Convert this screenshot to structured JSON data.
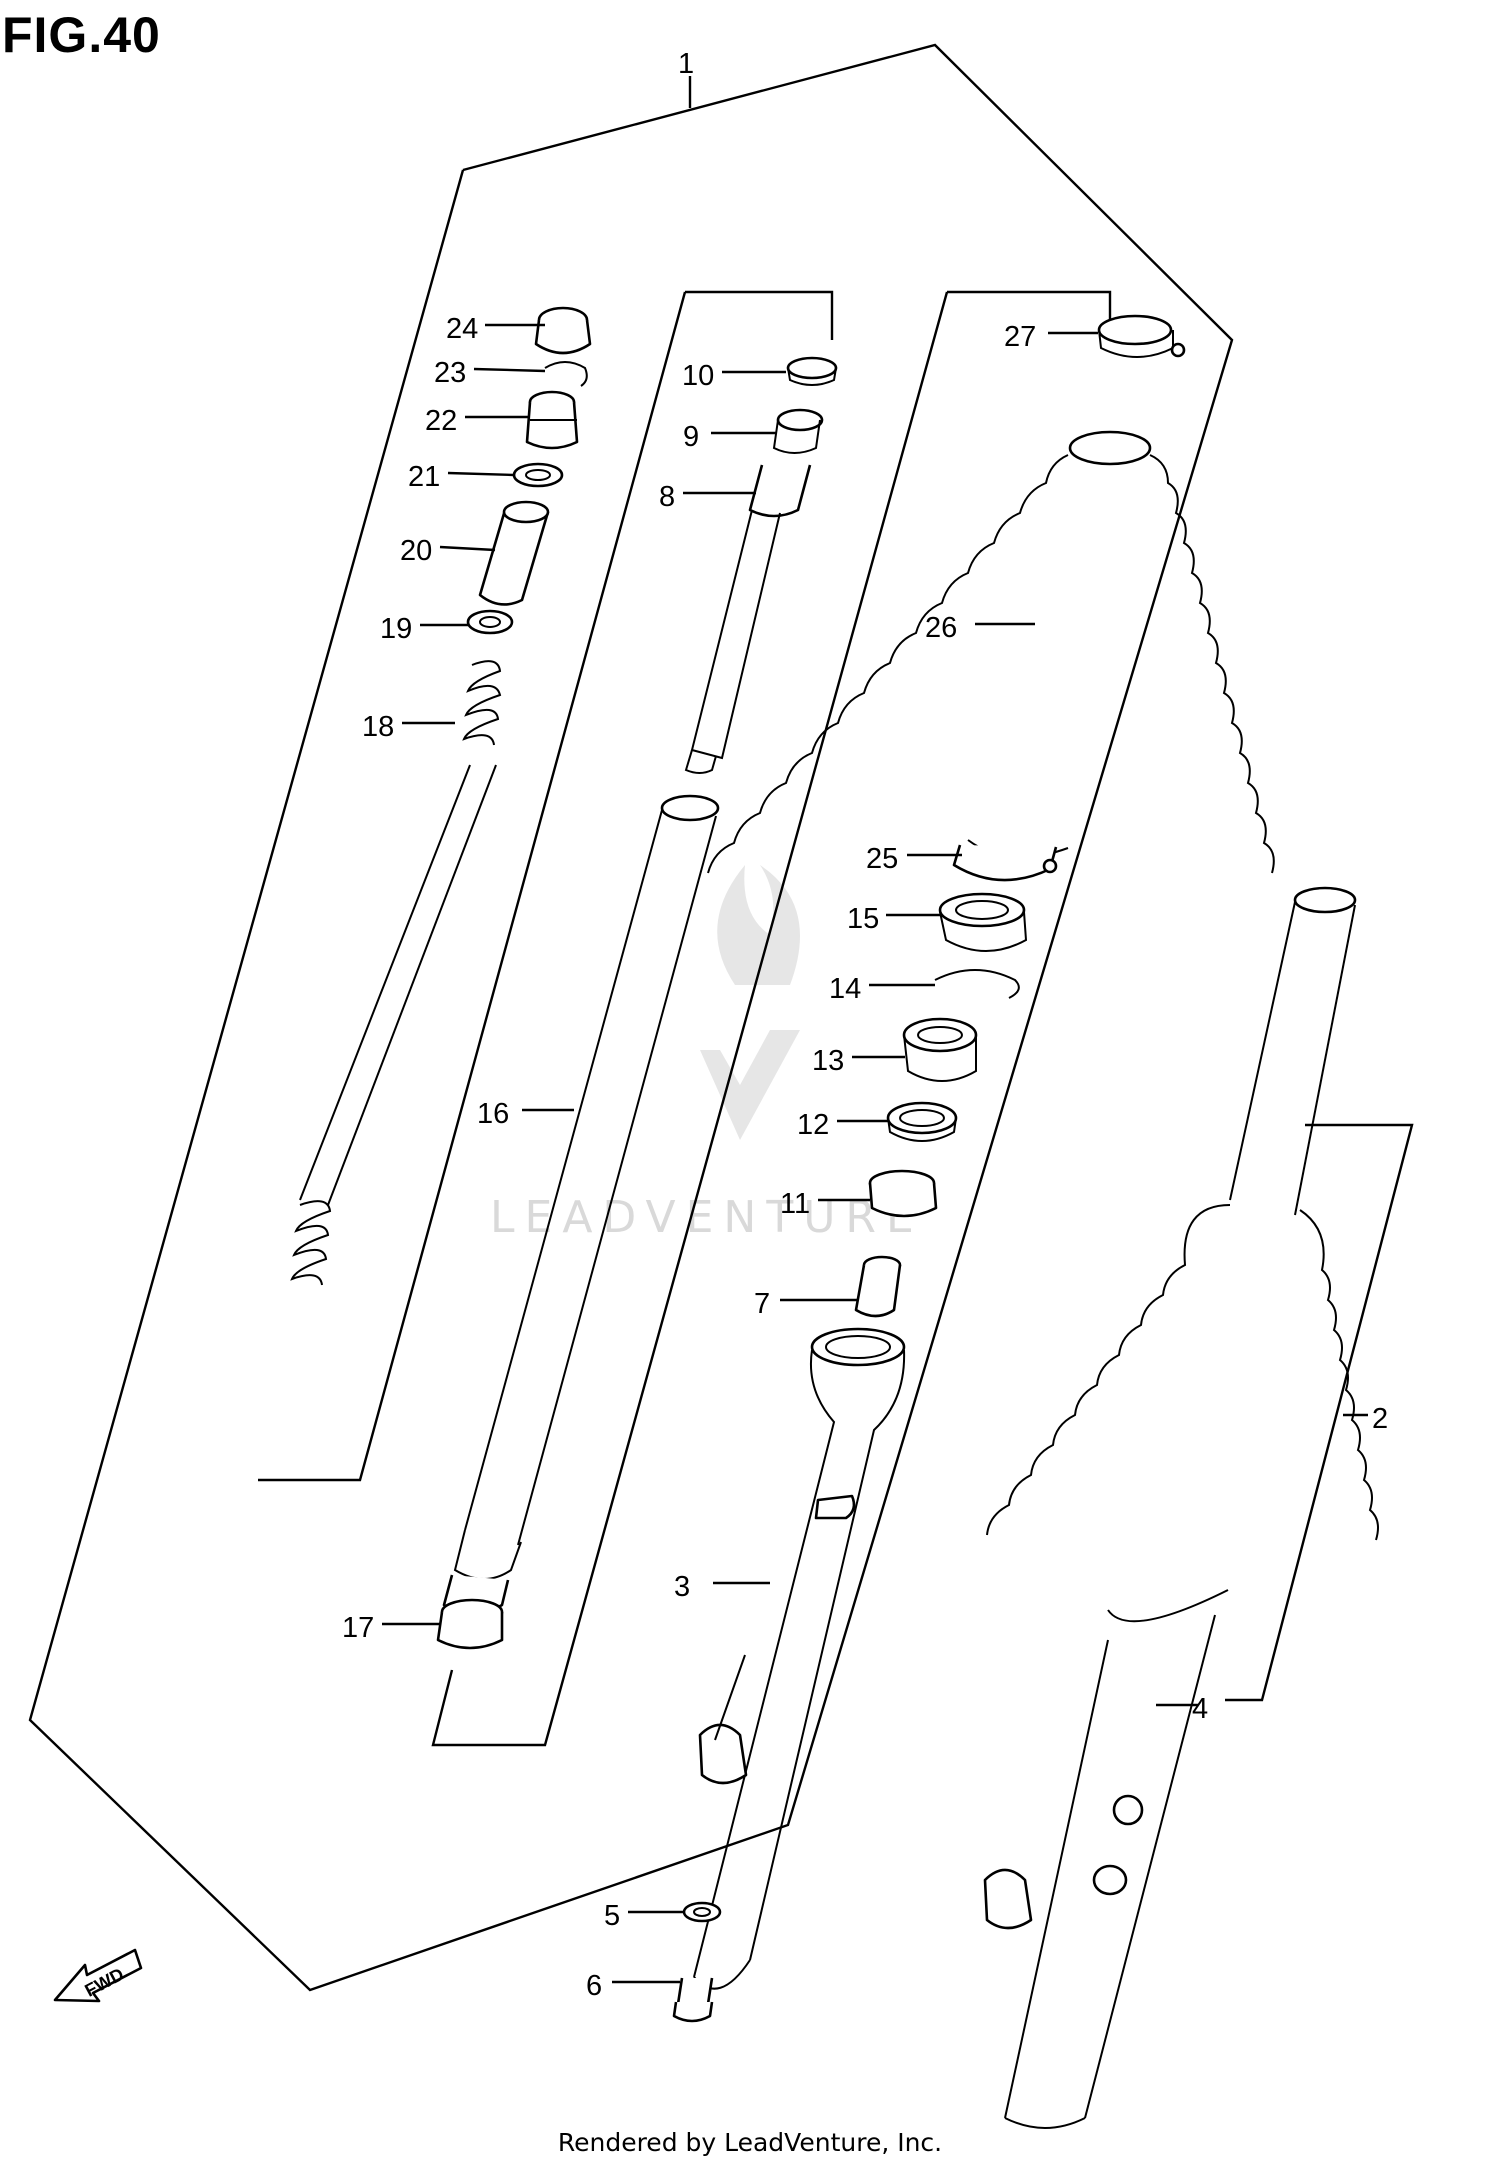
{
  "figure": {
    "title": "FIG.40"
  },
  "footer": {
    "text": "Rendered by LeadVenture, Inc."
  },
  "watermark": {
    "text": "LEADVENTURE",
    "color": "#d9d9d9"
  },
  "direction_marker": {
    "label": "FWD",
    "icon": "arrow-forward-icon"
  },
  "callouts": [
    "1",
    "2",
    "3",
    "4",
    "5",
    "6",
    "7",
    "8",
    "9",
    "10",
    "11",
    "12",
    "13",
    "14",
    "15",
    "16",
    "17",
    "18",
    "19",
    "20",
    "21",
    "22",
    "23",
    "24",
    "25",
    "26",
    "27"
  ]
}
